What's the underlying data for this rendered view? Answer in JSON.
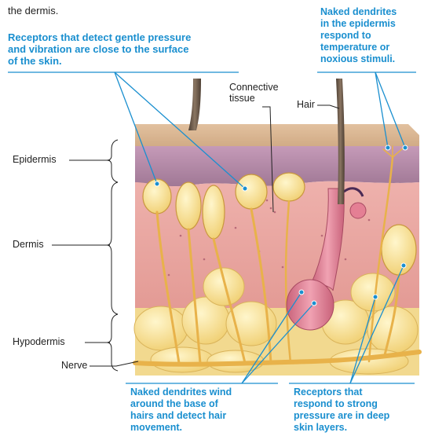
{
  "captions": {
    "top_fragment": "the dermis.",
    "gentle_pressure": "Receptors that detect gentle pressure\nand vibration are close to the surface\nof the skin.",
    "naked_epidermis": "Naked dendrites\nin the epidermis\nrespond to\ntemperature or\nnoxious stimuli.",
    "hair_movement": "Naked dendrites wind\naround the base of\nhairs and detect hair\nmovement.",
    "strong_pressure": "Receptors that\nrespond to strong\npressure are in deep\nskin layers."
  },
  "labels": {
    "connective_tissue": "Connective\ntissue",
    "hair": "Hair",
    "epidermis": "Epidermis",
    "dermis": "Dermis",
    "hypodermis": "Hypodermis",
    "nerve": "Nerve"
  },
  "colors": {
    "caption_blue": "#1a8fcf",
    "epidermis": "#b08aa8",
    "dermis": "#e9a3a0",
    "fat": "#f5dc8c",
    "nerve": "#e8b24a",
    "hair": "#6b5a4a"
  }
}
